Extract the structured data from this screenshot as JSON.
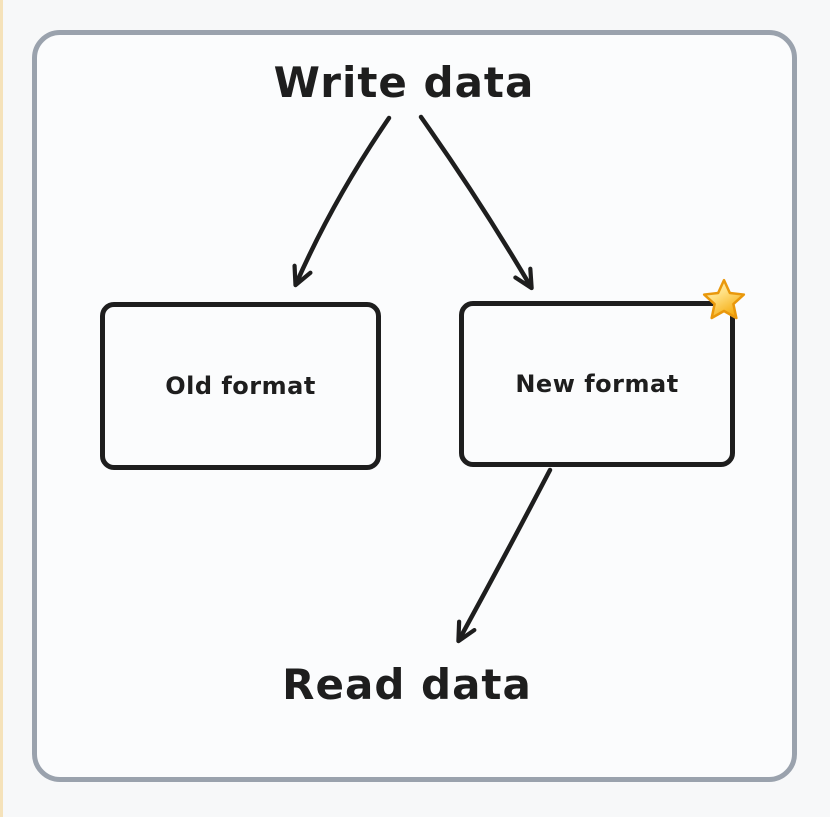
{
  "colors": {
    "ink": "#1e1e1e",
    "panel_border": "#9aa2ad",
    "panel_background": "#fbfcfd",
    "outer_background": "#f7f8f9",
    "left_strip": "#f5e2ba",
    "star_fill_light": "#ffe9a0",
    "star_fill_dark": "#f7b611",
    "star_outline": "#e9980c"
  },
  "title": {
    "text": "Write data"
  },
  "footer": {
    "text": "Read data"
  },
  "nodes": {
    "old": {
      "label": "Old format"
    },
    "new": {
      "label": "New format",
      "badge": "star-emoji"
    }
  },
  "edges": [
    {
      "from": "Write data",
      "to": "Old format"
    },
    {
      "from": "Write data",
      "to": "New format"
    },
    {
      "from": "New format",
      "to": "Read data"
    }
  ]
}
